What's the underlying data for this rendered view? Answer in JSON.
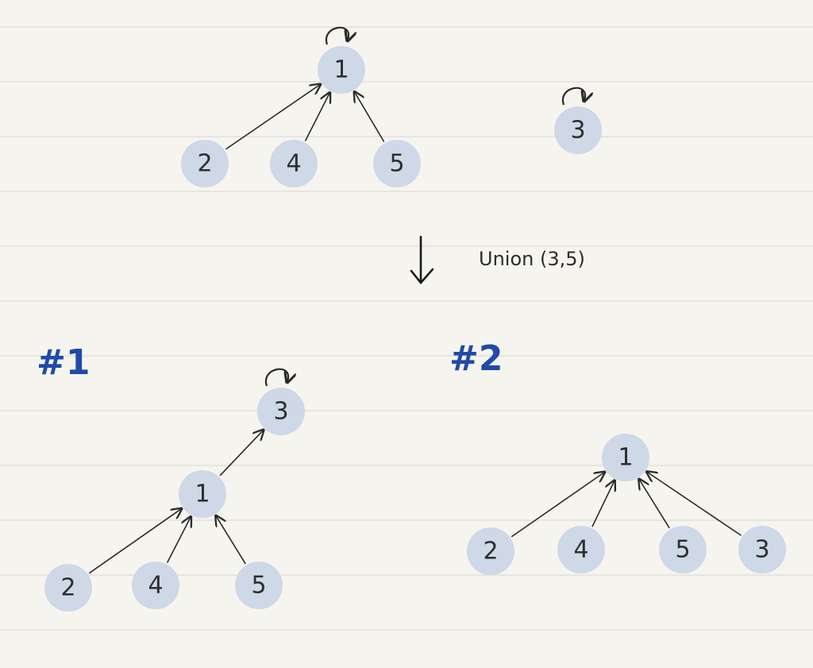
{
  "colors": {
    "paper": "#f6f4ee",
    "rule_line": "#dcdcdc",
    "node_fill": "#cfd8e6",
    "ink": "#2a2a2a",
    "label_blue": "#1f4aa8"
  },
  "operation": {
    "label": "Union (3,5)"
  },
  "diagrams": {
    "before": {
      "nodes": [
        {
          "id": "b1",
          "label": "1",
          "self_loop": true
        },
        {
          "id": "b2",
          "label": "2"
        },
        {
          "id": "b4",
          "label": "4"
        },
        {
          "id": "b5",
          "label": "5"
        },
        {
          "id": "b3",
          "label": "3",
          "self_loop": true
        }
      ],
      "edges": [
        {
          "from": "b2",
          "to": "b1"
        },
        {
          "from": "b4",
          "to": "b1"
        },
        {
          "from": "b5",
          "to": "b1"
        }
      ]
    },
    "result_1": {
      "label": "#1",
      "nodes": [
        {
          "id": "r1_3",
          "label": "3",
          "self_loop": true
        },
        {
          "id": "r1_1",
          "label": "1"
        },
        {
          "id": "r1_2",
          "label": "2"
        },
        {
          "id": "r1_4",
          "label": "4"
        },
        {
          "id": "r1_5",
          "label": "5"
        }
      ],
      "edges": [
        {
          "from": "r1_1",
          "to": "r1_3"
        },
        {
          "from": "r1_2",
          "to": "r1_1"
        },
        {
          "from": "r1_4",
          "to": "r1_1"
        },
        {
          "from": "r1_5",
          "to": "r1_1"
        }
      ]
    },
    "result_2": {
      "label": "#2",
      "nodes": [
        {
          "id": "r2_1",
          "label": "1"
        },
        {
          "id": "r2_2",
          "label": "2"
        },
        {
          "id": "r2_4",
          "label": "4"
        },
        {
          "id": "r2_5",
          "label": "5"
        },
        {
          "id": "r2_3",
          "label": "3"
        }
      ],
      "edges": [
        {
          "from": "r2_2",
          "to": "r2_1"
        },
        {
          "from": "r2_4",
          "to": "r2_1"
        },
        {
          "from": "r2_5",
          "to": "r2_1"
        },
        {
          "from": "r2_3",
          "to": "r2_1"
        }
      ]
    }
  }
}
